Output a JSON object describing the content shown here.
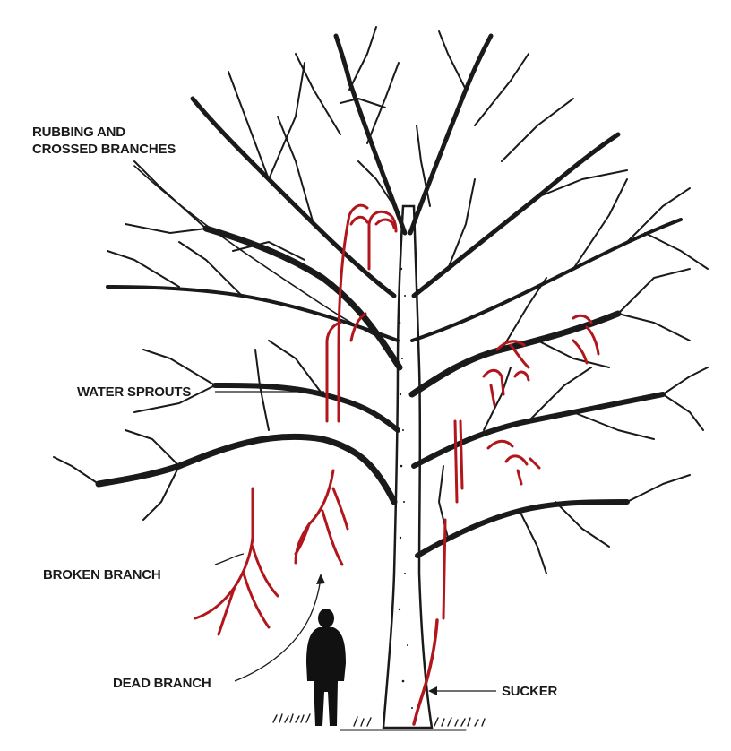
{
  "diagram": {
    "labels": {
      "rubbing_line1": "RUBBING AND",
      "rubbing_line2": "CROSSED BRANCHES",
      "water_sprouts": "WATER SPROUTS",
      "broken_branch": "BROKEN BRANCH",
      "dead_branch": "DEAD BRANCH",
      "sucker": "SUCKER"
    },
    "colors": {
      "ink": "#1a1a1a",
      "problem": "#b0161c",
      "background": "#ffffff"
    },
    "icons": {
      "figure": "person-silhouette-icon"
    }
  }
}
